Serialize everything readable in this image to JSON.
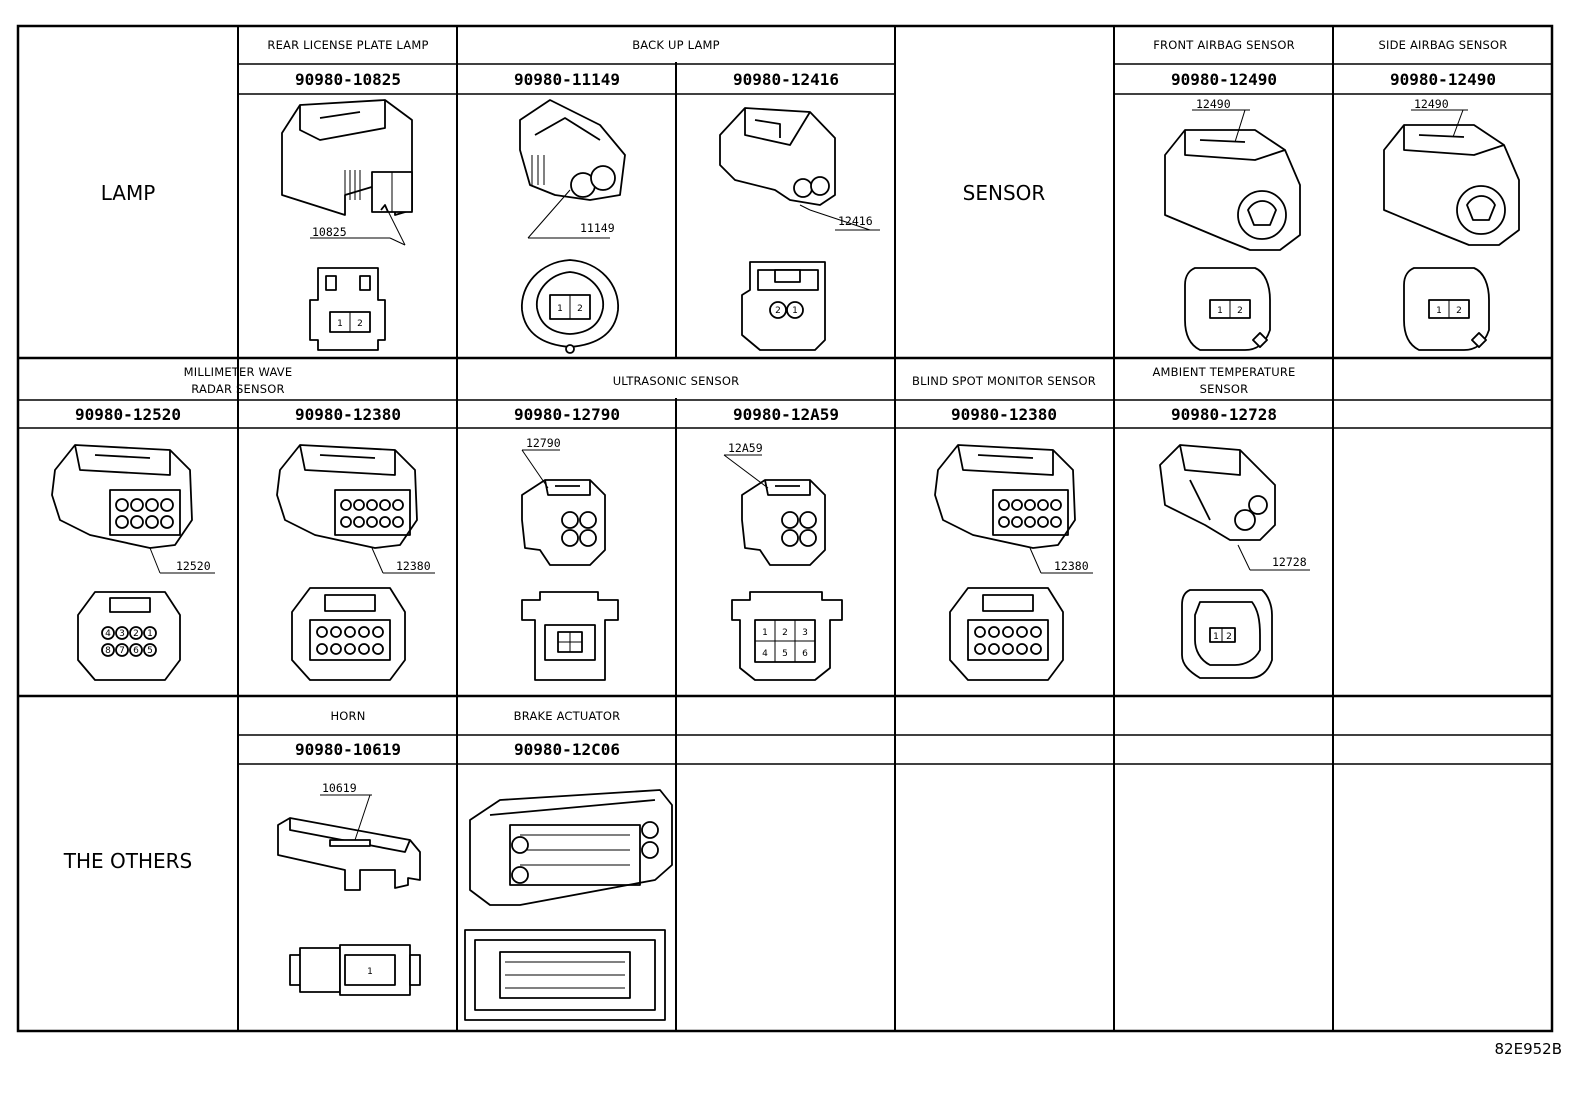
{
  "categories": {
    "lamp": "LAMP",
    "sensor": "SENSOR",
    "others": "THE OTHERS"
  },
  "labels": {
    "rear_license_plate_lamp": "REAR LICENSE PLATE LAMP",
    "back_up_lamp": "BACK UP LAMP",
    "front_airbag_sensor": "FRONT AIRBAG SENSOR",
    "side_airbag_sensor": "SIDE AIRBAG SENSOR",
    "millimeter_wave_1": "MILLIMETER WAVE",
    "millimeter_wave_2": "RADAR SENSOR",
    "ultrasonic_sensor": "ULTRASONIC SENSOR",
    "blind_spot_monitor_sensor": "BLIND SPOT MONITOR SENSOR",
    "ambient_temp_1": "AMBIENT TEMPERATURE",
    "ambient_temp_2": "SENSOR",
    "horn": "HORN",
    "brake_actuator": "BRAKE ACTUATOR"
  },
  "part_numbers": {
    "p10825": "90980-10825",
    "p11149": "90980-11149",
    "p12416": "90980-12416",
    "p12490_front": "90980-12490",
    "p12490_side": "90980-12490",
    "p12520": "90980-12520",
    "p12380_radar": "90980-12380",
    "p12790": "90980-12790",
    "p12A59": "90980-12A59",
    "p12380_bsm": "90980-12380",
    "p12728": "90980-12728",
    "p10619": "90980-10619",
    "p12C06": "90980-12C06"
  },
  "callouts": {
    "c10825": "10825",
    "c11149": "11149",
    "c12416": "12416",
    "c12490_front": "12490",
    "c12490_side": "12490",
    "c12520": "12520",
    "c12380_radar": "12380",
    "c12790": "12790",
    "c12A59": "12A59",
    "c12380_bsm": "12380",
    "c12728": "12728",
    "c10619": "10619"
  },
  "pins": {
    "p1": "1",
    "p2": "2",
    "p3": "3",
    "p4": "4",
    "p5": "5",
    "p6": "6",
    "p7": "7",
    "p8": "8"
  },
  "reference_code": "82E952B"
}
